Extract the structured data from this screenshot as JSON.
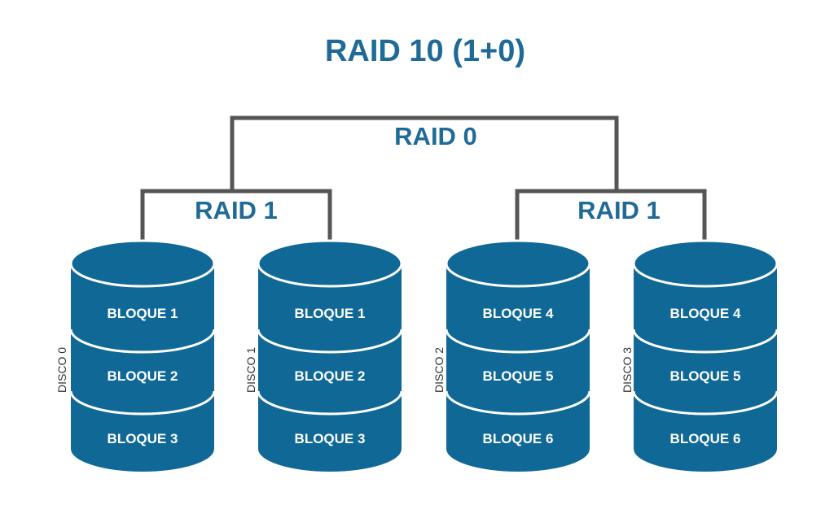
{
  "title": "RAID 10 (1+0)",
  "raid0_label": "RAID 0",
  "groups": [
    {
      "label": "RAID 1"
    },
    {
      "label": "RAID 1"
    }
  ],
  "disks": [
    {
      "name": "DISCO 0",
      "blocks": [
        "BLOQUE 1",
        "BLOQUE 2",
        "BLOQUE 3"
      ]
    },
    {
      "name": "DISCO 1",
      "blocks": [
        "BLOQUE 1",
        "BLOQUE 2",
        "BLOQUE 3"
      ]
    },
    {
      "name": "DISCO 2",
      "blocks": [
        "BLOQUE 4",
        "BLOQUE 5",
        "BLOQUE 6"
      ]
    },
    {
      "name": "DISCO 3",
      "blocks": [
        "BLOQUE 4",
        "BLOQUE 5",
        "BLOQUE 6"
      ]
    }
  ],
  "colors": {
    "title": "#1f6a97",
    "disk_fill": "#0f6896",
    "disk_separator": "#ffffff",
    "connector": "#555555",
    "disk_name": "#333333",
    "block_text": "#ffffff"
  }
}
